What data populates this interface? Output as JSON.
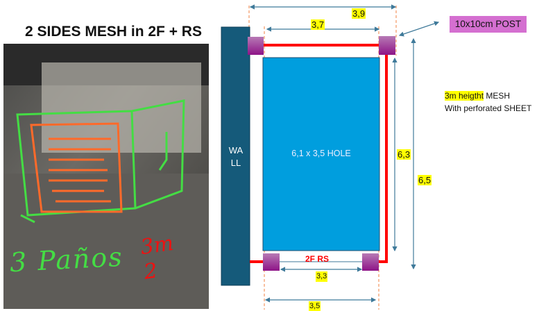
{
  "title": "2 SIDES MESH in 2F  + RS",
  "photo": {
    "handwriting": "3 Paños",
    "handwriting2": "3m 2"
  },
  "diagram": {
    "wall_label_1": "WA",
    "wall_label_2": "LL",
    "hole_label": "6,1 x 3,5 HOLE",
    "rs_label": "2F RS",
    "dims": {
      "overall_width": "3,9",
      "top_width": "3,7",
      "bottom_inner": "3,3",
      "bottom_width": "3,5",
      "inner_height": "6,3",
      "overall_height": "6,5"
    },
    "post_label": "10x10cm POST",
    "note_highlight": "3m heigtht",
    "note_rest": " MESH",
    "note_line2": "With perforated SHEET"
  },
  "colors": {
    "wall": "#155a7a",
    "hole": "#009ede",
    "mesh": "#ff0000",
    "post": "#9c2a8e",
    "dim": "#3f7a9a",
    "highlight": "#ffff00"
  }
}
